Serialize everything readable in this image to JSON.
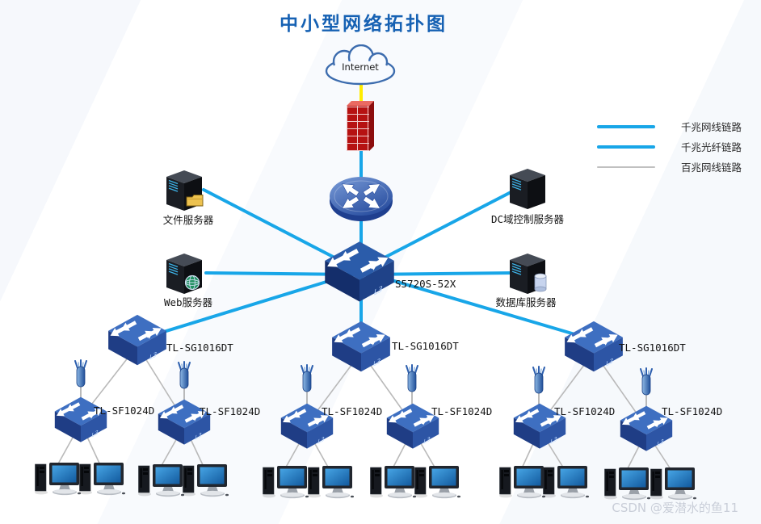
{
  "title": "中小型网络拓扑图",
  "watermark": "CSDN @爱潜水的鱼11",
  "legend": [
    {
      "label": "千兆网线链路",
      "type": "gigabit-ethernet-link",
      "color": "#18a6e8"
    },
    {
      "label": "千兆光纤链路",
      "type": "gigabit-fiber-link",
      "color": "#18a6e8"
    },
    {
      "label": "百兆网线链路",
      "type": "fast-ethernet-link",
      "color": "#c0c0c0"
    }
  ],
  "link_colors": {
    "internet_to_firewall": "#ffec00",
    "gigabit": "#18a6e8",
    "fast": "#b9b9b9"
  },
  "nodes": {
    "internet": {
      "label": "Internet",
      "icon": "cloud-icon"
    },
    "firewall": {
      "icon": "firewall-icon"
    },
    "router": {
      "icon": "router-icon"
    },
    "core_switch": {
      "label": "S5720S-52X",
      "icon": "layer3-switch-icon"
    },
    "servers": [
      {
        "label": "文件服务器",
        "icon": "server-folder-icon"
      },
      {
        "label": "Web服务器",
        "icon": "server-globe-icon"
      },
      {
        "label": "DC域控制服务器",
        "icon": "server-icon"
      },
      {
        "label": "数据库服务器",
        "icon": "server-database-icon"
      }
    ],
    "access_groups": [
      {
        "aggregation": {
          "label": "TL-SG1016DT"
        },
        "access": [
          {
            "label": "TL-SF1024D",
            "ap": "wireless-ap-icon",
            "pcs": 2
          },
          {
            "label": "TL-SF1024D",
            "ap": "wireless-ap-icon",
            "pcs": 2
          }
        ]
      },
      {
        "aggregation": {
          "label": "TL-SG1016DT"
        },
        "access": [
          {
            "label": "TL-SF1024D",
            "ap": "wireless-ap-icon",
            "pcs": 2
          },
          {
            "label": "TL-SF1024D",
            "ap": "wireless-ap-icon",
            "pcs": 2
          }
        ]
      },
      {
        "aggregation": {
          "label": "TL-SG1016DT"
        },
        "access": [
          {
            "label": "TL-SF1024D",
            "ap": "wireless-ap-icon",
            "pcs": 2
          },
          {
            "label": "TL-SF1024D",
            "ap": "wireless-ap-icon",
            "pcs": 2
          }
        ]
      }
    ]
  }
}
